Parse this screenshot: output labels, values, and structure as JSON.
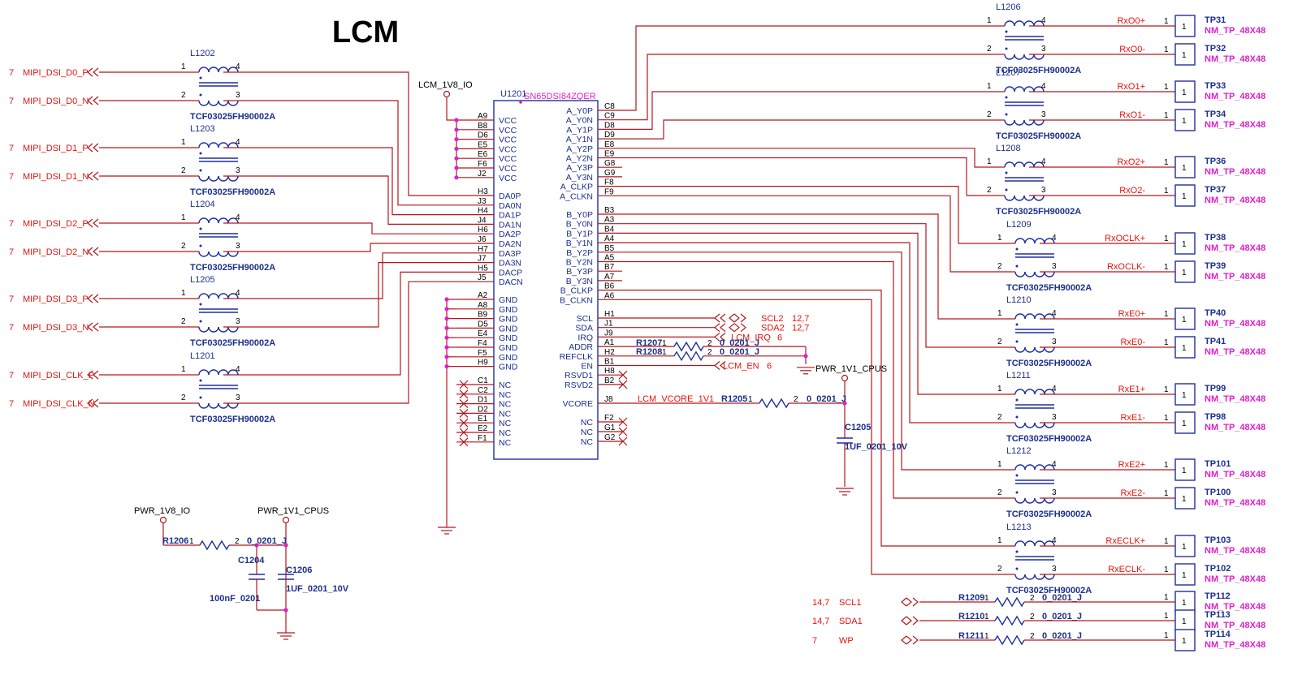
{
  "title": "LCM",
  "ic": {
    "refdes": "U1201",
    "part": "SN65DSI84ZQER",
    "left_pins": [
      {
        "num": "A9",
        "name": "VCC"
      },
      {
        "num": "B8",
        "name": "VCC"
      },
      {
        "num": "D6",
        "name": "VCC"
      },
      {
        "num": "E5",
        "name": "VCC"
      },
      {
        "num": "E6",
        "name": "VCC"
      },
      {
        "num": "F6",
        "name": "VCC"
      },
      {
        "num": "J2",
        "name": "VCC"
      },
      {
        "num": "H3",
        "name": "DA0P"
      },
      {
        "num": "J3",
        "name": "DA0N"
      },
      {
        "num": "H4",
        "name": "DA1P"
      },
      {
        "num": "J4",
        "name": "DA1N"
      },
      {
        "num": "H6",
        "name": "DA2P"
      },
      {
        "num": "J6",
        "name": "DA2N"
      },
      {
        "num": "H7",
        "name": "DA3P"
      },
      {
        "num": "J7",
        "name": "DA3N"
      },
      {
        "num": "H5",
        "name": "DACP"
      },
      {
        "num": "J5",
        "name": "DACN"
      },
      {
        "num": "A2",
        "name": "GND"
      },
      {
        "num": "A8",
        "name": "GND"
      },
      {
        "num": "B9",
        "name": "GND"
      },
      {
        "num": "D5",
        "name": "GND"
      },
      {
        "num": "E4",
        "name": "GND"
      },
      {
        "num": "F4",
        "name": "GND"
      },
      {
        "num": "F5",
        "name": "GND"
      },
      {
        "num": "H9",
        "name": "GND"
      },
      {
        "num": "C1",
        "name": "NC"
      },
      {
        "num": "C2",
        "name": "NC"
      },
      {
        "num": "D1",
        "name": "NC"
      },
      {
        "num": "D2",
        "name": "NC"
      },
      {
        "num": "E1",
        "name": "NC"
      },
      {
        "num": "E2",
        "name": "NC"
      },
      {
        "num": "F1",
        "name": "NC"
      }
    ],
    "right_pins": [
      {
        "num": "C8",
        "name": "A_Y0P"
      },
      {
        "num": "C9",
        "name": "A_Y0N"
      },
      {
        "num": "D8",
        "name": "A_Y1P"
      },
      {
        "num": "D9",
        "name": "A_Y1N"
      },
      {
        "num": "E8",
        "name": "A_Y2P"
      },
      {
        "num": "E9",
        "name": "A_Y2N"
      },
      {
        "num": "G8",
        "name": "A_Y3P"
      },
      {
        "num": "G9",
        "name": "A_Y3N"
      },
      {
        "num": "F8",
        "name": "A_CLKP"
      },
      {
        "num": "F9",
        "name": "A_CLKN"
      },
      {
        "num": "B3",
        "name": "B_Y0P"
      },
      {
        "num": "A3",
        "name": "B_Y0N"
      },
      {
        "num": "B4",
        "name": "B_Y1P"
      },
      {
        "num": "A4",
        "name": "B_Y1N"
      },
      {
        "num": "B5",
        "name": "B_Y2P"
      },
      {
        "num": "A5",
        "name": "B_Y2N"
      },
      {
        "num": "B7",
        "name": "B_Y3P"
      },
      {
        "num": "A7",
        "name": "B_Y3N"
      },
      {
        "num": "B6",
        "name": "B_CLKP"
      },
      {
        "num": "A6",
        "name": "B_CLKN"
      },
      {
        "num": "H1",
        "name": "SCL"
      },
      {
        "num": "J1",
        "name": "SDA"
      },
      {
        "num": "J9",
        "name": "IRQ"
      },
      {
        "num": "A1",
        "name": "ADDR"
      },
      {
        "num": "H2",
        "name": "REFCLK"
      },
      {
        "num": "B1",
        "name": "EN"
      },
      {
        "num": "H8",
        "name": "RSVD1"
      },
      {
        "num": "B2",
        "name": "RSVD2"
      },
      {
        "num": "J8",
        "name": "VCORE"
      },
      {
        "num": "F2",
        "name": "NC"
      },
      {
        "num": "G1",
        "name": "NC"
      },
      {
        "num": "G2",
        "name": "NC"
      }
    ]
  },
  "power": {
    "lcm_1v8_io": "LCM_1V8_IO",
    "pwr_1v1_cpus": "PWR_1V1_CPUS",
    "pwr_1v8_io": "PWR_1V8_IO",
    "pwr_1v1_cpus_2": "PWR_1V1_CPUS"
  },
  "left_nets": [
    {
      "page": "7",
      "name": "MIPI_DSI_D0_P"
    },
    {
      "page": "7",
      "name": "MIPI_DSI_D0_N"
    },
    {
      "page": "7",
      "name": "MIPI_DSI_D1_P"
    },
    {
      "page": "7",
      "name": "MIPI_DSI_D1_N"
    },
    {
      "page": "7",
      "name": "MIPI_DSI_D2_P"
    },
    {
      "page": "7",
      "name": "MIPI_DSI_D2_N"
    },
    {
      "page": "7",
      "name": "MIPI_DSI_D3_P"
    },
    {
      "page": "7",
      "name": "MIPI_DSI_D3_N"
    },
    {
      "page": "7",
      "name": "MIPI_DSI_CLK_P"
    },
    {
      "page": "7",
      "name": "MIPI_DSI_CLK_N"
    }
  ],
  "left_chokes": [
    {
      "ref": "L1202",
      "part": "TCF03025FH90002A"
    },
    {
      "ref": "L1203",
      "part": "TCF03025FH90002A"
    },
    {
      "ref": "L1204",
      "part": "TCF03025FH90002A"
    },
    {
      "ref": "L1205",
      "part": "TCF03025FH90002A"
    },
    {
      "ref": "L1201",
      "part": "TCF03025FH90002A"
    }
  ],
  "right_chokes": [
    {
      "ref": "L1206",
      "part": "TCF03025FH90002A"
    },
    {
      "ref": "L1207",
      "part": "TCF03025FH90002A"
    },
    {
      "ref": "L1208",
      "part": "TCF03025FH90002A"
    },
    {
      "ref": "L1209",
      "part": "TCF03025FH90002A"
    },
    {
      "ref": "L1210",
      "part": "TCF03025FH90002A"
    },
    {
      "ref": "L1211",
      "part": "TCF03025FH90002A"
    },
    {
      "ref": "L1212",
      "part": "TCF03025FH90002A"
    },
    {
      "ref": "L1213",
      "part": "TCF03025FH90002A"
    }
  ],
  "right_nets": [
    {
      "net": "RxO0+",
      "tp": "TP31",
      "tp_part": "NM_TP_48X48"
    },
    {
      "net": "RxO0-",
      "tp": "TP32",
      "tp_part": "NM_TP_48X48"
    },
    {
      "net": "RxO1+",
      "tp": "TP33",
      "tp_part": "NM_TP_48X48"
    },
    {
      "net": "RxO1-",
      "tp": "TP34",
      "tp_part": "NM_TP_48X48"
    },
    {
      "net": "RxO2+",
      "tp": "TP36",
      "tp_part": "NM_TP_48X48"
    },
    {
      "net": "RxO2-",
      "tp": "TP37",
      "tp_part": "NM_TP_48X48"
    },
    {
      "net": "RxOCLK+",
      "tp": "TP38",
      "tp_part": "NM_TP_48X48"
    },
    {
      "net": "RxOCLK-",
      "tp": "TP39",
      "tp_part": "NM_TP_48X48"
    },
    {
      "net": "RxE0+",
      "tp": "TP40",
      "tp_part": "NM_TP_48X48"
    },
    {
      "net": "RxE0-",
      "tp": "TP41",
      "tp_part": "NM_TP_48X48"
    },
    {
      "net": "RxE1+",
      "tp": "TP99",
      "tp_part": "NM_TP_48X48"
    },
    {
      "net": "RxE1-",
      "tp": "TP98",
      "tp_part": "NM_TP_48X48"
    },
    {
      "net": "RxE2+",
      "tp": "TP101",
      "tp_part": "NM_TP_48X48"
    },
    {
      "net": "RxE2-",
      "tp": "TP100",
      "tp_part": "NM_TP_48X48"
    },
    {
      "net": "RxECLK+",
      "tp": "TP103",
      "tp_part": "NM_TP_48X48"
    },
    {
      "net": "RxECLK-",
      "tp": "TP102",
      "tp_part": "NM_TP_48X48"
    }
  ],
  "i2c": {
    "scl2": "SCL2",
    "scl2_page": "12,7",
    "sda2": "SDA2",
    "sda2_page": "12,7",
    "irq": "LCM_IRQ",
    "irq_page": "6",
    "en": "LCM_EN",
    "en_page": "6"
  },
  "resistors": {
    "r1207": "R1207",
    "r1207_val": "0_0201_J",
    "r1208": "R1208",
    "r1208_val": "0_0201_J",
    "r1205": "R1205",
    "r1205_val": "0_0201_J",
    "r1206": "R1206",
    "r1206_val": "0_0201_J"
  },
  "vcore_net": "LCM_VCORE_1V1",
  "caps": {
    "c1205": "C1205",
    "c1205_val": "1UF_0201_10V",
    "c1204": "C1204",
    "c1204_val": "100nF_0201",
    "c1206": "C1206",
    "c1206_val": "1UF_0201_10V"
  },
  "bottom_tps": [
    {
      "page": "14,7",
      "net": "SCL1",
      "res": "R1209",
      "val": "0_0201_J",
      "tp": "TP112",
      "tp_part": "NM_TP_48X48"
    },
    {
      "page": "14,7",
      "net": "SDA1",
      "res": "R1210",
      "val": "0_0201_J",
      "tp": "TP113",
      "tp_part": "NM_TP_48X48"
    },
    {
      "page": "7",
      "net": "WP",
      "res": "R1211",
      "val": "0_0201_J",
      "tp": "TP114",
      "tp_part": "NM_TP_48X48"
    }
  ],
  "pin_one": "1",
  "pin_two": "2",
  "pin_three": "3",
  "pin_four": "4"
}
